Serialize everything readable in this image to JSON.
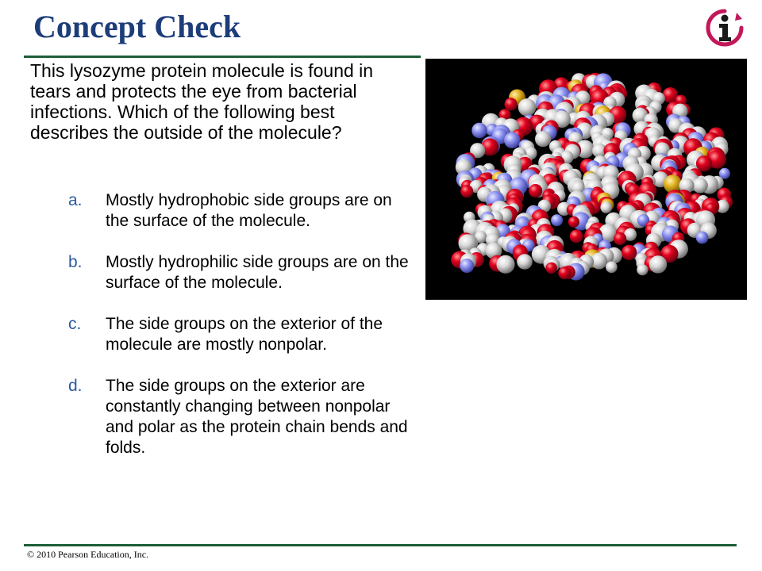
{
  "slide": {
    "title": "Concept Check",
    "question": "This lysozyme protein molecule is found in tears and protects the eye from bacterial infections.  Which of the following best describes the outside of the molecule?",
    "options": [
      {
        "letter": "a.",
        "text": "Mostly hydrophobic side groups are on the surface of the molecule."
      },
      {
        "letter": "b.",
        "text": "Mostly hydrophilic side groups are on the surface of the molecule."
      },
      {
        "letter": "c.",
        "text": "The side groups on the exterior of the molecule are mostly nonpolar."
      },
      {
        "letter": "d.",
        "text": "The side groups on the exterior are constantly changing between nonpolar and polar as the protein chain bends and folds."
      }
    ],
    "copyright": "© 2010 Pearson Education, Inc."
  },
  "logo": {
    "icon": "info-i-icon",
    "colors": {
      "ring": "#c2185b",
      "letter": "#1a1a1a"
    }
  },
  "colors": {
    "title": "#1d3d7a",
    "rule": "#1e5e38",
    "option_letter": "#2c5aa0",
    "atom_white": "#d9d9d9",
    "atom_red": "#d8001c",
    "atom_blue": "#8a8ff0",
    "atom_yellow": "#e0b020",
    "background": "#000000"
  }
}
